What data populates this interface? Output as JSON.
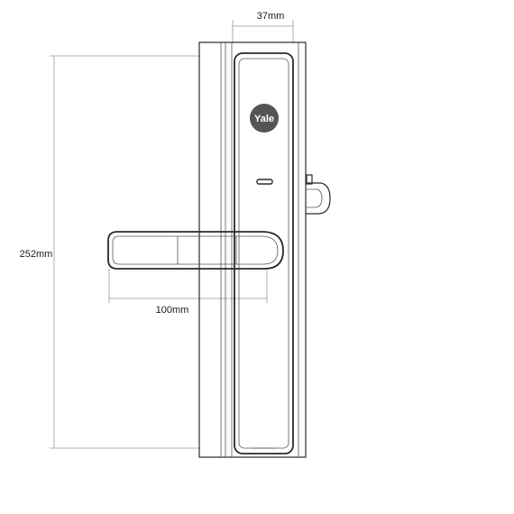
{
  "dimensions": {
    "width_label": "37mm",
    "height_label": "252mm",
    "handle_label": "100mm"
  },
  "brand": {
    "logo_text": "Yale",
    "logo_color": "#555555"
  },
  "colors": {
    "line": "#2a2a2a",
    "dimension_line": "#9a9a9a",
    "background": "#ffffff"
  }
}
